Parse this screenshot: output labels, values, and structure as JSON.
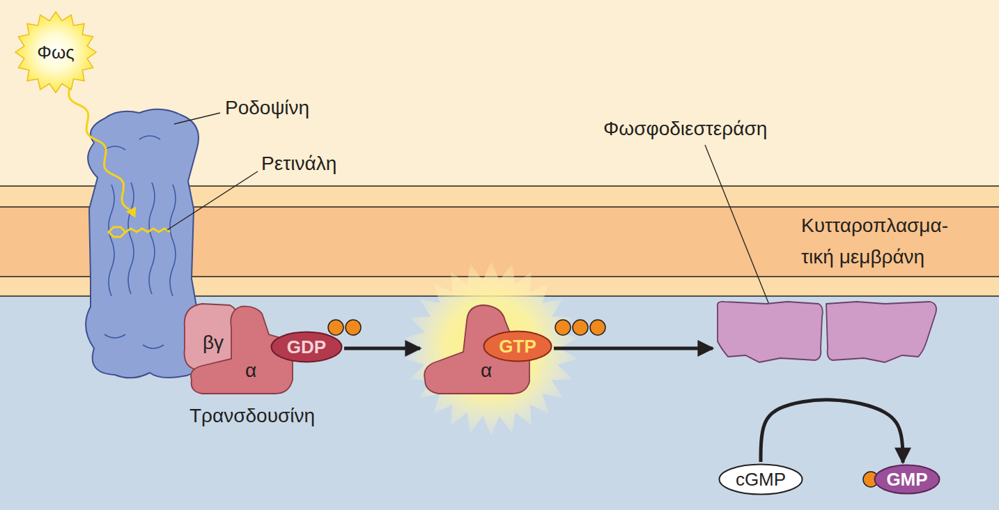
{
  "diagram": {
    "nodes": [
      {
        "text": [
          "Φως"
        ]
      },
      {
        "text": [
          "βγ"
        ]
      },
      {
        "text": [
          "α"
        ]
      },
      {
        "text": [
          "GDP"
        ]
      },
      {
        "text": [
          "α"
        ]
      },
      {
        "text": [
          "GTP"
        ]
      },
      {
        "text": [
          "Φωσφοδιεστεράση"
        ]
      },
      {
        "text": [
          "cGMP"
        ]
      },
      {
        "text": [
          "GMP"
        ]
      }
    ],
    "edges": [
      {
        "from": 3,
        "to": 4,
        "arrow": "to"
      },
      {
        "from": 5,
        "to": 6,
        "arrow": "to"
      },
      {
        "from": 7,
        "to": 8,
        "arrow": "to"
      }
    ],
    "labels": [
      "Ροδοψίνη",
      "Ρετινάλη",
      "Κυτταροπλασμα- τική μεμβράνη",
      "Τρανσδουσίνη"
    ]
  }
}
